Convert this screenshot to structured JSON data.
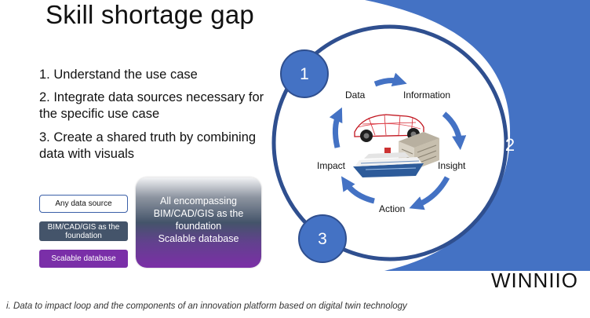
{
  "title": "Skill shortage gap",
  "steps": [
    "1. Understand the use case",
    "2. Integrate data sources necessary for the specific use case",
    "3. Create a shared truth by combining data with visuals"
  ],
  "legend": {
    "any_source": "Any data source",
    "bim_foundation": "BIM/CAD/GIS as the foundation",
    "scalable_db": "Scalable database"
  },
  "stack": {
    "line1": "All encompassing",
    "line2": "BIM/CAD/GIS as the",
    "line3": "foundation",
    "line4": "Scalable database"
  },
  "cycle": {
    "circles": [
      "1",
      "2",
      "3"
    ],
    "labels": [
      "Data",
      "Information",
      "Insight",
      "Action",
      "Impact"
    ]
  },
  "brand": "WINNIIO",
  "caption": "i. Data to impact loop and the components of an innovation platform based on digital twin technology",
  "colors": {
    "blue": "#4472c4",
    "dark_blue": "#2f4f8f",
    "slate": "#44546a",
    "purple": "#7a2fa8"
  }
}
